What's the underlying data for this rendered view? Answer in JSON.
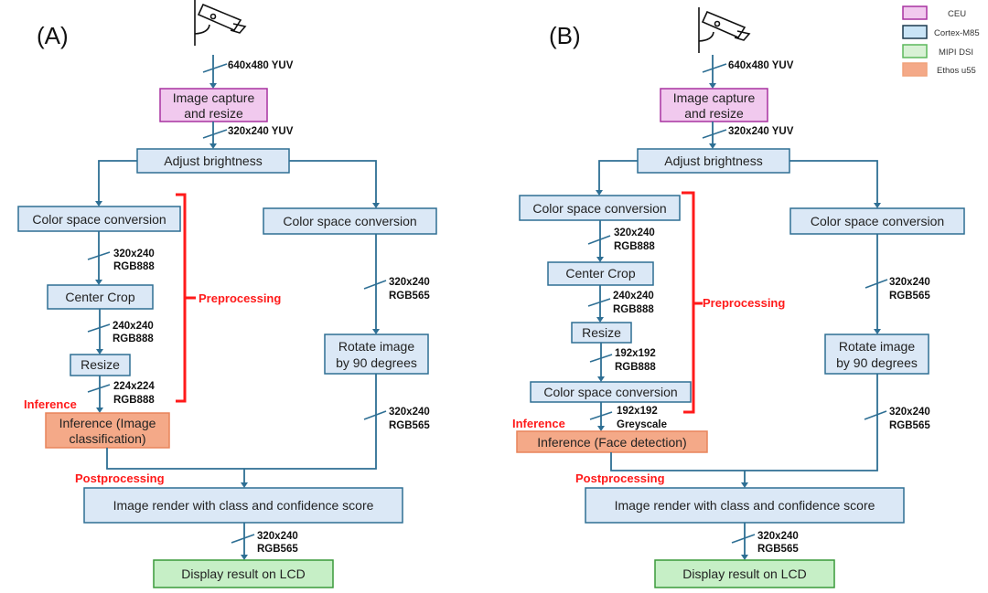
{
  "colors": {
    "ceu_fill": "#f1c9ee",
    "ceu_stroke": "#a832a0",
    "m85_fill": "#dbe8f6",
    "m85_stroke": "#2e6f94",
    "dsi_fill": "#c6efc6",
    "dsi_stroke": "#3a9a3a",
    "ethos_fill": "#f4a988",
    "ethos_stroke": "#e8845a",
    "wire": "#2e6f94",
    "annotation": "#ff1a1a"
  },
  "legend": [
    {
      "label": "CEU",
      "unit": "ceu"
    },
    {
      "label": "Cortex-M85",
      "unit": "m85"
    },
    {
      "label": "MIPI DSI",
      "unit": "dsi"
    },
    {
      "label": "Ethos u55",
      "unit": "ethos"
    }
  ],
  "panelA": {
    "label": "(A)",
    "icon": "security-camera-icon",
    "edges": {
      "cam_out": "640x480 YUV",
      "capture_out": "320x240 YUV",
      "csc_out": [
        "320x240",
        "RGB888"
      ],
      "crop_out": [
        "240x240",
        "RGB888"
      ],
      "resize_out": [
        "224x224",
        "RGB888"
      ],
      "right_csc_out": [
        "320x240",
        "RGB565"
      ],
      "rotate_out": [
        "320x240",
        "RGB565"
      ],
      "render_out": [
        "320x240",
        "RGB565"
      ]
    },
    "nodes": {
      "capture": [
        "Image capture",
        "and resize"
      ],
      "brightness": "Adjust brightness",
      "csc": "Color space conversion",
      "crop": "Center Crop",
      "resize": "Resize",
      "inference": [
        "Inference (Image",
        "classification)"
      ],
      "right_csc": "Color space conversion",
      "rotate": [
        "Rotate image",
        "by 90 degrees"
      ],
      "render": "Image render with class and confidence score",
      "display": "Display result on LCD"
    },
    "annotations": {
      "preprocessing": "Preprocessing",
      "inference": "Inference",
      "postprocessing": "Postprocessing"
    }
  },
  "panelB": {
    "label": "(B)",
    "icon": "security-camera-icon",
    "edges": {
      "cam_out": "640x480 YUV",
      "capture_out": "320x240 YUV",
      "csc_out": [
        "320x240",
        "RGB888"
      ],
      "crop_out": [
        "240x240",
        "RGB888"
      ],
      "resize_out": [
        "192x192",
        "RGB888"
      ],
      "csc2_out": [
        "192x192",
        "Greyscale"
      ],
      "right_csc_out": [
        "320x240",
        "RGB565"
      ],
      "rotate_out": [
        "320x240",
        "RGB565"
      ],
      "render_out": [
        "320x240",
        "RGB565"
      ]
    },
    "nodes": {
      "capture": [
        "Image capture",
        "and resize"
      ],
      "brightness": "Adjust brightness",
      "csc": "Color space conversion",
      "crop": "Center Crop",
      "resize": "Resize",
      "csc2": "Color space conversion",
      "inference": "Inference (Face detection)",
      "right_csc": "Color space conversion",
      "rotate": [
        "Rotate image",
        "by 90 degrees"
      ],
      "render": "Image render with class and confidence score",
      "display": "Display result on LCD"
    },
    "annotations": {
      "preprocessing": "Preprocessing",
      "inference": "Inference",
      "postprocessing": "Postprocessing"
    }
  }
}
